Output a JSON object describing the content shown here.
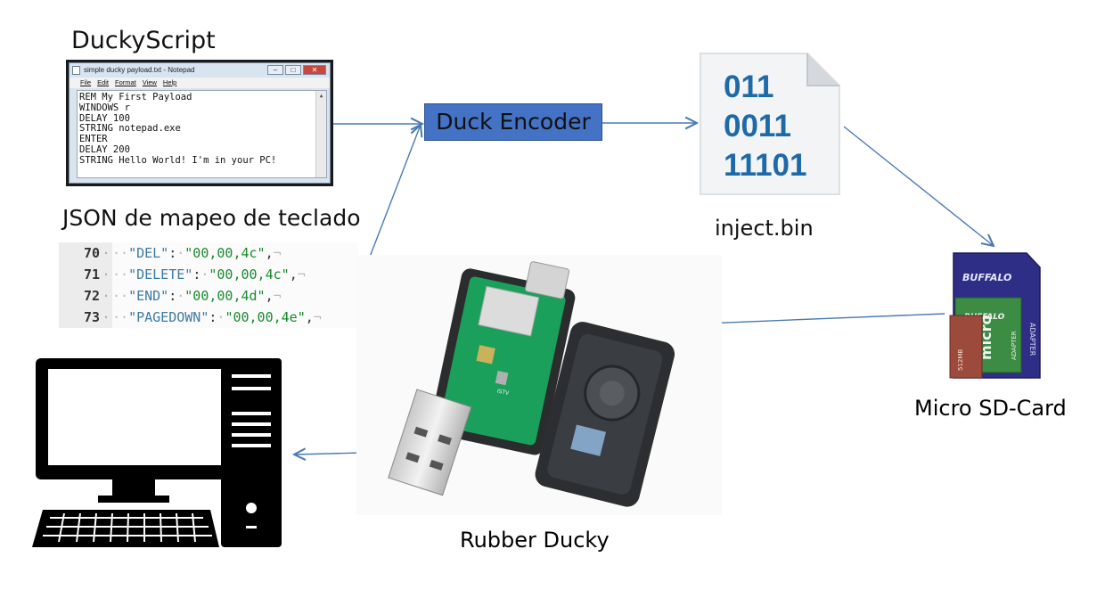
{
  "labels": {
    "duckyscript": "DuckyScript",
    "json_title": "JSON de mapeo de teclado",
    "encoder": "Duck Encoder",
    "inject": "inject.bin",
    "sdcard": "Micro SD-Card",
    "rubber": "Rubber Ducky"
  },
  "notepad": {
    "title": "simple ducky payload.txt - Notepad",
    "menu": [
      "File",
      "Edit",
      "Format",
      "View",
      "Help"
    ],
    "text": "REM My First Payload\nWINDOWS r\nDELAY 100\nSTRING notepad.exe\nENTER\nDELAY 200\nSTRING Hello World! I'm in your PC!"
  },
  "json_lines": [
    {
      "num": "70",
      "key": "\"DEL\"",
      "value": "\"00,00,4c\""
    },
    {
      "num": "71",
      "key": "\"DELETE\"",
      "value": "\"00,00,4c\""
    },
    {
      "num": "72",
      "key": "\"END\"",
      "value": "\"00,00,4d\""
    },
    {
      "num": "73",
      "key": "\"PAGEDOWN\"",
      "value": "\"00,00,4e\""
    }
  ],
  "binary": [
    "011",
    "0011",
    "11101"
  ],
  "sdcard": {
    "brand": "BUFFALO",
    "outer_text": "ADAPTER",
    "micro_brand": "BUFFALO",
    "micro_text": "micro",
    "capacity": "512MB",
    "adapter_small": "ADAPTER"
  },
  "ducky_board_text": "ISTV",
  "colors": {
    "encoder_fill": "#4472c4",
    "arrow": "#4a7ab5",
    "binary_text": "#1e6aa8",
    "sd_blue": "#30308a",
    "pcb_green": "#1aa05a"
  }
}
